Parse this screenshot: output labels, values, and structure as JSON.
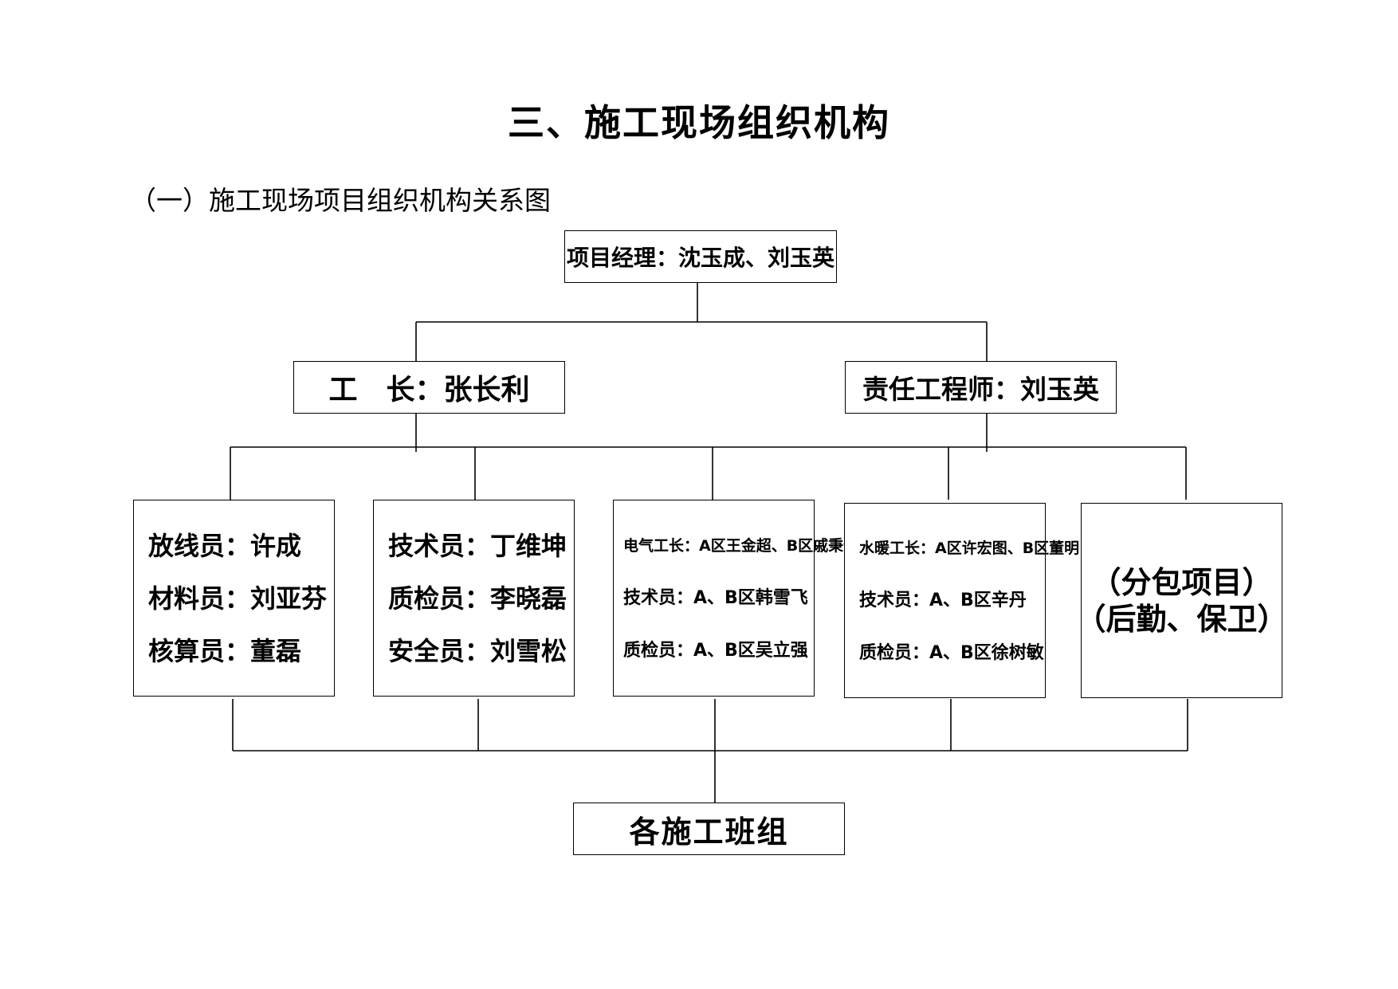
{
  "page_title": "三、施工现场组织机构",
  "section_title": "（一）施工现场项目组织机构关系图",
  "org": {
    "manager": "项目经理：沈玉成、刘玉英",
    "foreman": "工　长：张长利",
    "engineer": "责任工程师：刘玉英",
    "group1": {
      "line1": "放线员：许成",
      "line2": "材料员：刘亚芬",
      "line3": "核算员：董磊"
    },
    "group2": {
      "line1": "技术员：丁维坤",
      "line2": "质检员：李晓磊",
      "line3": "安全员：刘雪松"
    },
    "group3": {
      "line1": "电气工长：A区王金超、B区戚秉全",
      "line2": "技术员：A、B区韩雪飞",
      "line3": "质检员：A、B区吴立强"
    },
    "group4": {
      "line1": "水暖工长：A区许宏图、B区董明",
      "line2": "技术员：A、B区辛丹",
      "line3": "质检员：A、B区徐树敏"
    },
    "group5": {
      "line1": "（分包项目）",
      "line2": "（后勤、保卫）"
    },
    "teams": "各施工班组"
  }
}
